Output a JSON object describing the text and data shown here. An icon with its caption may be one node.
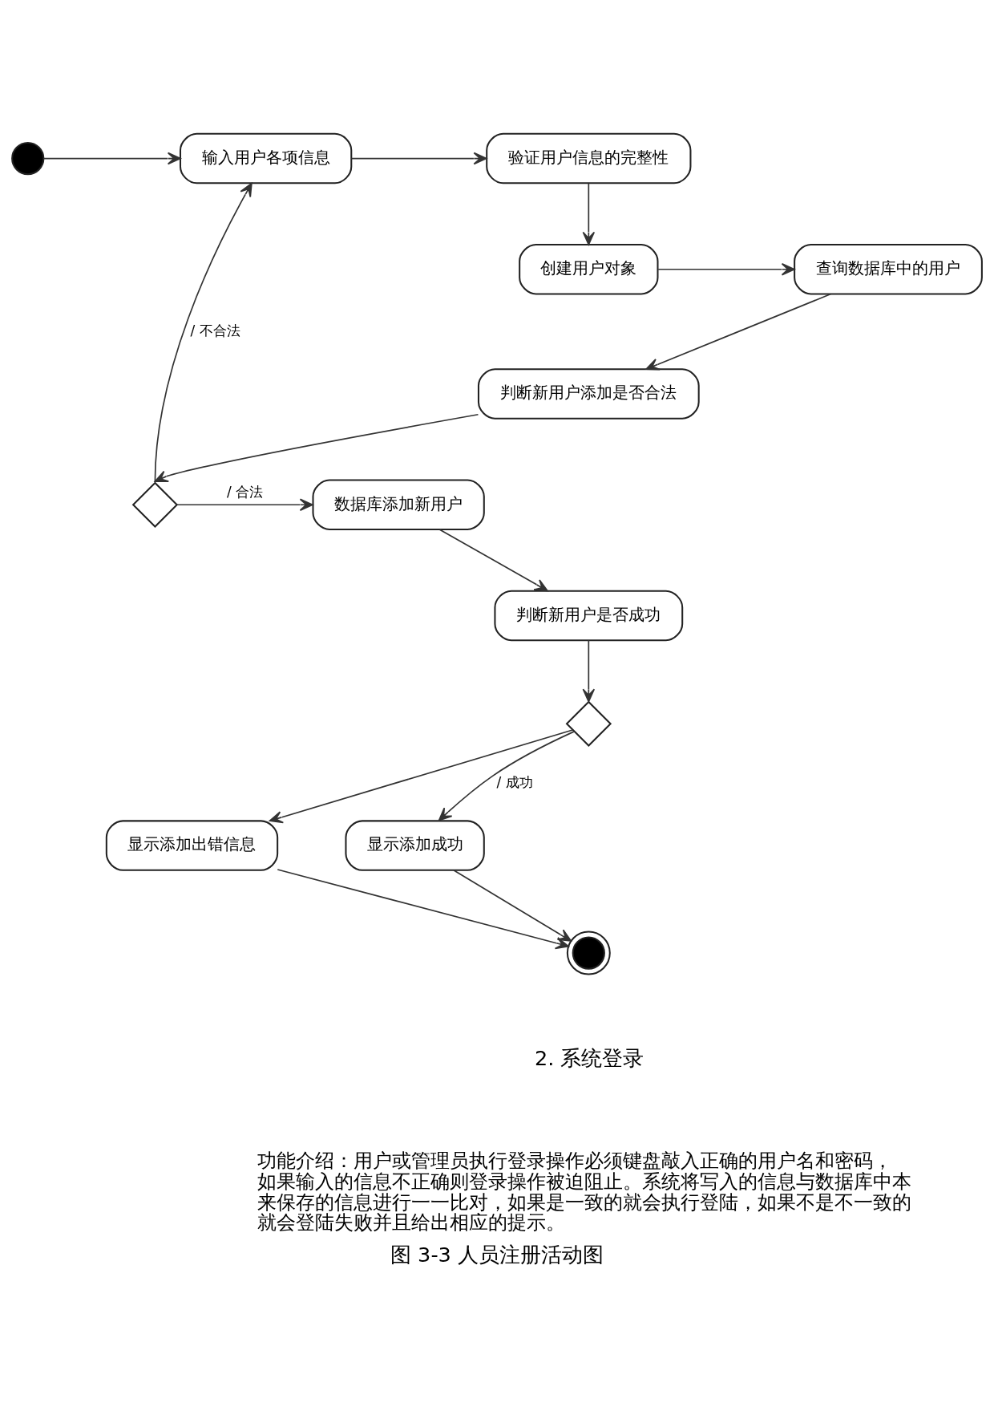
{
  "diagram": {
    "caption": "图 3-3 人员注册活动图",
    "nodes": [
      {
        "text": [],
        "shape": "circle"
      },
      {
        "text": [
          "输入用户各项信息"
        ]
      },
      {
        "text": [
          "验证用户信息的完整性"
        ]
      },
      {
        "text": [
          "创建用户对象"
        ]
      },
      {
        "text": [
          "查询数据库中的用户"
        ]
      },
      {
        "text": [
          "判断新用户添加是否合法"
        ]
      },
      {
        "text": [],
        "shape": "diamond"
      },
      {
        "text": [
          "数据库添加新用户"
        ]
      },
      {
        "text": [
          "判断新用户是否成功"
        ]
      },
      {
        "text": [],
        "shape": "diamond"
      },
      {
        "text": [
          "显示添加出错信息"
        ]
      },
      {
        "text": [
          "显示添加成功"
        ]
      },
      {
        "text": [],
        "shape": "circle"
      }
    ],
    "edges": [
      {
        "from": 0,
        "to": 1,
        "arrow": "to"
      },
      {
        "from": 1,
        "to": 2,
        "arrow": "to"
      },
      {
        "from": 2,
        "to": 3,
        "arrow": "to"
      },
      {
        "from": 3,
        "to": 4,
        "arrow": "to"
      },
      {
        "from": 4,
        "to": 5,
        "arrow": "to"
      },
      {
        "from": 5,
        "to": 6,
        "arrow": "to"
      },
      {
        "from": 6,
        "to": 1,
        "arrow": "to",
        "label": "/ 不合法"
      },
      {
        "from": 6,
        "to": 7,
        "arrow": "to",
        "label": "/ 合法"
      },
      {
        "from": 7,
        "to": 8,
        "arrow": "to"
      },
      {
        "from": 8,
        "to": 9,
        "arrow": "to"
      },
      {
        "from": 9,
        "to": 10,
        "arrow": "to"
      },
      {
        "from": 9,
        "to": 11,
        "arrow": "to",
        "label": "/ 成功"
      },
      {
        "from": 10,
        "to": 12,
        "arrow": "to"
      },
      {
        "from": 11,
        "to": 12,
        "arrow": "to"
      }
    ],
    "labels": [
      "2. 系统登录",
      "功能介绍：用户或管理员执行登录操作必须键盘敲入正确的用户名和密码，如果输入的信息不正确则登录操作被迫阻止。系统将写入的信息与数据库中本来保存的信息进行一一比对，如果是一致的就会执行登陆，如果不是不一致的就会登陆失败并且给出相应的提示。"
    ]
  }
}
